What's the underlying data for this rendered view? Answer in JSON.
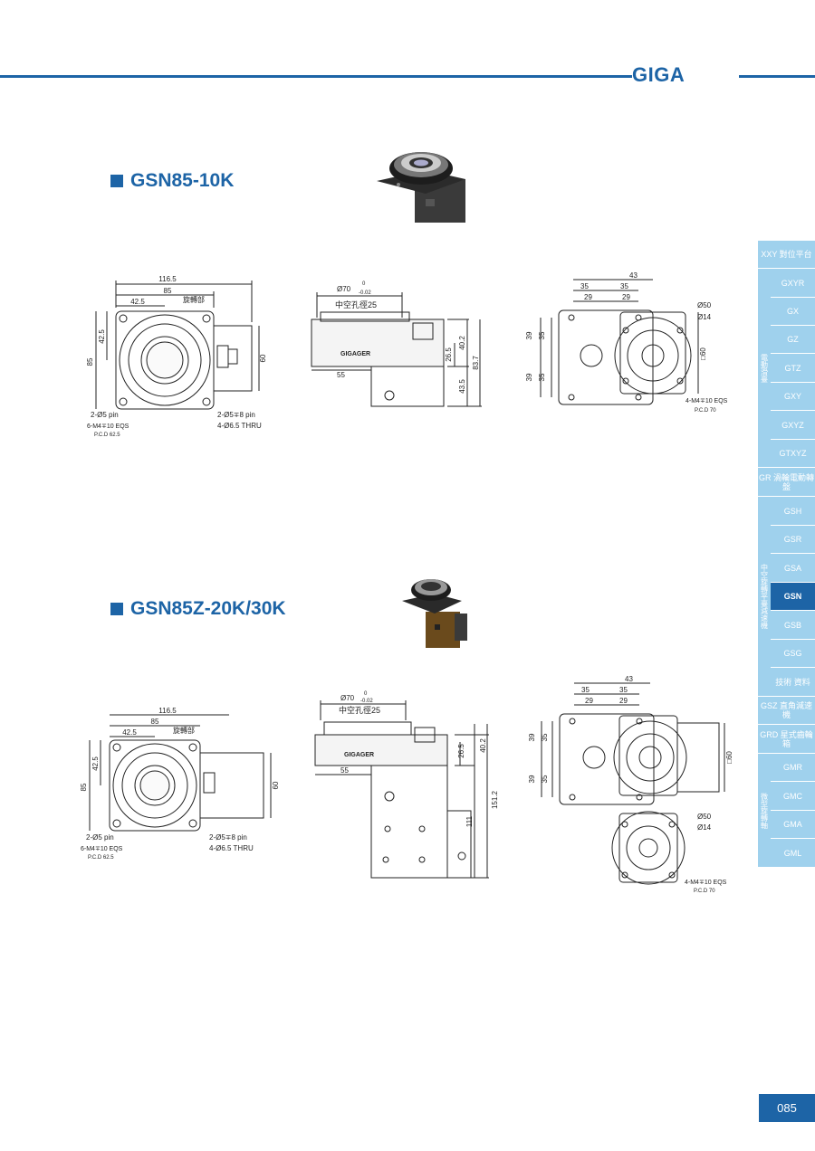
{
  "header": {
    "brand": "GIGA"
  },
  "sections": [
    {
      "title": "GSN85-10K",
      "front": {
        "w": "116.5",
        "w2": "85",
        "w3": "42.5",
        "rot": "旋轉部",
        "h": "85",
        "h2": "42.5",
        "h3": "60",
        "pin1": "2-Ø5 pin",
        "pin2": "2-Ø5∓8 pin",
        "tap": "6-M4∓10 EQS",
        "pcd": "P.C.D 62.5",
        "thru": "4-Ø6.5 THRU"
      },
      "side": {
        "d70": "Ø70",
        "tol_up": "0",
        "tol_dn": "-0.02",
        "hollow": "中空孔徑25",
        "logo": "GIGAGER",
        "d55": "55",
        "d26": "26.5",
        "d40": "40.2",
        "d43": "43.5",
        "d83": "83.7"
      },
      "rear": {
        "d43": "43",
        "d35a": "35",
        "d35b": "35",
        "d29a": "29",
        "d29b": "29",
        "d39a": "39",
        "d35c": "35",
        "d39b": "39",
        "d35d": "35",
        "d50": "Ø50",
        "d14": "Ø14",
        "sq60": "□60",
        "tap": "4-M4∓10 EQS",
        "pcd": "P.C.D 70"
      }
    },
    {
      "title": "GSN85Z-20K/30K",
      "front": {
        "w": "116.5",
        "w2": "85",
        "w3": "42.5",
        "rot": "旋轉部",
        "h": "85",
        "h2": "42.5",
        "h3": "60",
        "pin1": "2-Ø5 pin",
        "pin2": "2-Ø5∓8 pin",
        "tap": "6-M4∓10 EQS",
        "pcd": "P.C.D 62.5",
        "thru": "4-Ø6.5 THRU"
      },
      "side": {
        "d70": "Ø70",
        "tol_up": "0",
        "tol_dn": "-0.02",
        "hollow": "中空孔徑25",
        "logo": "GIGAGER",
        "d55": "55",
        "d26": "26.5",
        "d40": "40.2",
        "d111": "111",
        "d151": "151.2"
      },
      "rear": {
        "d43": "43",
        "d35a": "35",
        "d35b": "35",
        "d29a": "29",
        "d29b": "29",
        "d39a": "39",
        "d35c": "35",
        "d39b": "39",
        "d35d": "35",
        "d50": "Ø50",
        "d14": "Ø14",
        "sq60": "□60",
        "tap": "4-M4∓10 EQS",
        "pcd": "P.C.D 70"
      }
    }
  ],
  "sidebar": {
    "items": [
      "XXY 對位平台",
      "GXYR",
      "GX",
      "GZ",
      "GTZ",
      "GXY",
      "GXYZ",
      "GTXYZ",
      "GR 渦輪電動轉盤",
      "GSH",
      "GSR",
      "GSA",
      "GSN",
      "GSB",
      "GSG",
      "技術 資料",
      "GSZ 直角減速機",
      "GRD 星式齒輪箱",
      "GMR",
      "GMC",
      "GMA",
      "GML"
    ],
    "groups": [
      "電動滑臺",
      "中空旋轉平臺減速機",
      "微型旋轉軸"
    ],
    "active": "GSN"
  },
  "footer": {
    "page": "085"
  }
}
